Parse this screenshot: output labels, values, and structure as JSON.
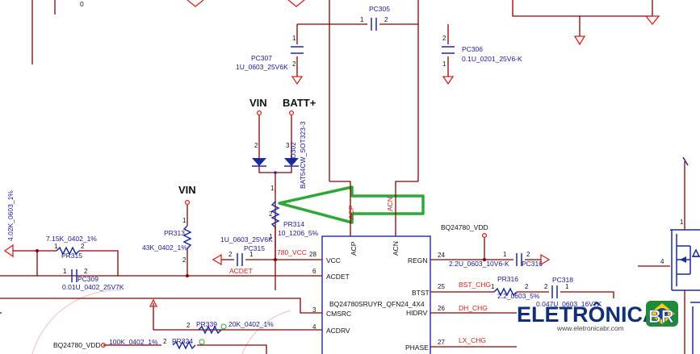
{
  "caps": {
    "pc305": {
      "ref": "PC305"
    },
    "pc306": {
      "ref": "PC306",
      "value": "0.1U_0201_25V6-K"
    },
    "pc307": {
      "ref": "PC307",
      "value": "1U_0603_25V6K"
    },
    "pc315": {
      "ref": "PC315",
      "value": "1U_0603_25V6K"
    },
    "pc309": {
      "ref": "PC309",
      "value": "0.01U_0402_25V7K"
    },
    "pc316": {
      "ref": "PC316",
      "value": "2.2U_0603_10V6-K"
    },
    "pc318": {
      "ref": "PC318",
      "value": "0.047U_0603_16V7K"
    }
  },
  "resistors": {
    "pr313": {
      "ref": "PR313",
      "value": "43K_0402_1%"
    },
    "pr314": {
      "ref": "PR314",
      "value": "10_1206_5%"
    },
    "pr315": {
      "ref": "PR315",
      "value": "7.15K_0402_1%"
    },
    "pr316": {
      "ref": "PR316",
      "value": "2.2_0603_5%"
    },
    "pr339": {
      "ref": "PR339",
      "value": "20K_0402_1%"
    },
    "pr324": {
      "ref": "PR324",
      "value": "100K_0402_1%"
    },
    "left": {
      "value": "4.02K_0603_1%"
    }
  },
  "diode": {
    "ref": "PD302",
    "value": "BAT54CW_SOT323-3"
  },
  "power": {
    "vin": "VIN",
    "batt": "BATT+",
    "vin2": "VIN",
    "vdd": "BQ24780_VDD",
    "vdd_left": "BQ24780_VDD"
  },
  "nets": {
    "n780vcc": "780_VCC",
    "acdet": "ACDET",
    "acp": "ACP",
    "acn": "ACN",
    "bst": "BST_CHG",
    "dh": "DH_CHG",
    "lx": "LX_CHG"
  },
  "ic": {
    "part": "BQ24780SRUYR_QFN24_4X4",
    "pins": {
      "acp": "ACP",
      "acn": "ACN",
      "vcc": "VCC",
      "acdet": "ACDET",
      "cmsrc": "CMSRC",
      "acdrv": "ACDRV",
      "regn": "REGN",
      "btst": "BTST",
      "hidrv": "HIDRV",
      "phase": "PHASE"
    },
    "pin_numbers": {
      "vcc": "28",
      "acdet": "6",
      "cmsrc": "3",
      "acdrv": "4",
      "regn": "24",
      "btst": "25",
      "hidrv": "26",
      "phase": "27"
    }
  },
  "pin_labels": {
    "one": "1",
    "two": "2",
    "three": "3",
    "four": "4",
    "zero": "0"
  },
  "watermark": {
    "brand": "ELETRÔNICA",
    "brand2": "BR",
    "url": "www.eletronicabr.com"
  },
  "colors": {
    "wire": "#8b0000",
    "component": "#1c2b9a",
    "net_label": "#d21c1c",
    "arrow": "#2fa83a"
  }
}
